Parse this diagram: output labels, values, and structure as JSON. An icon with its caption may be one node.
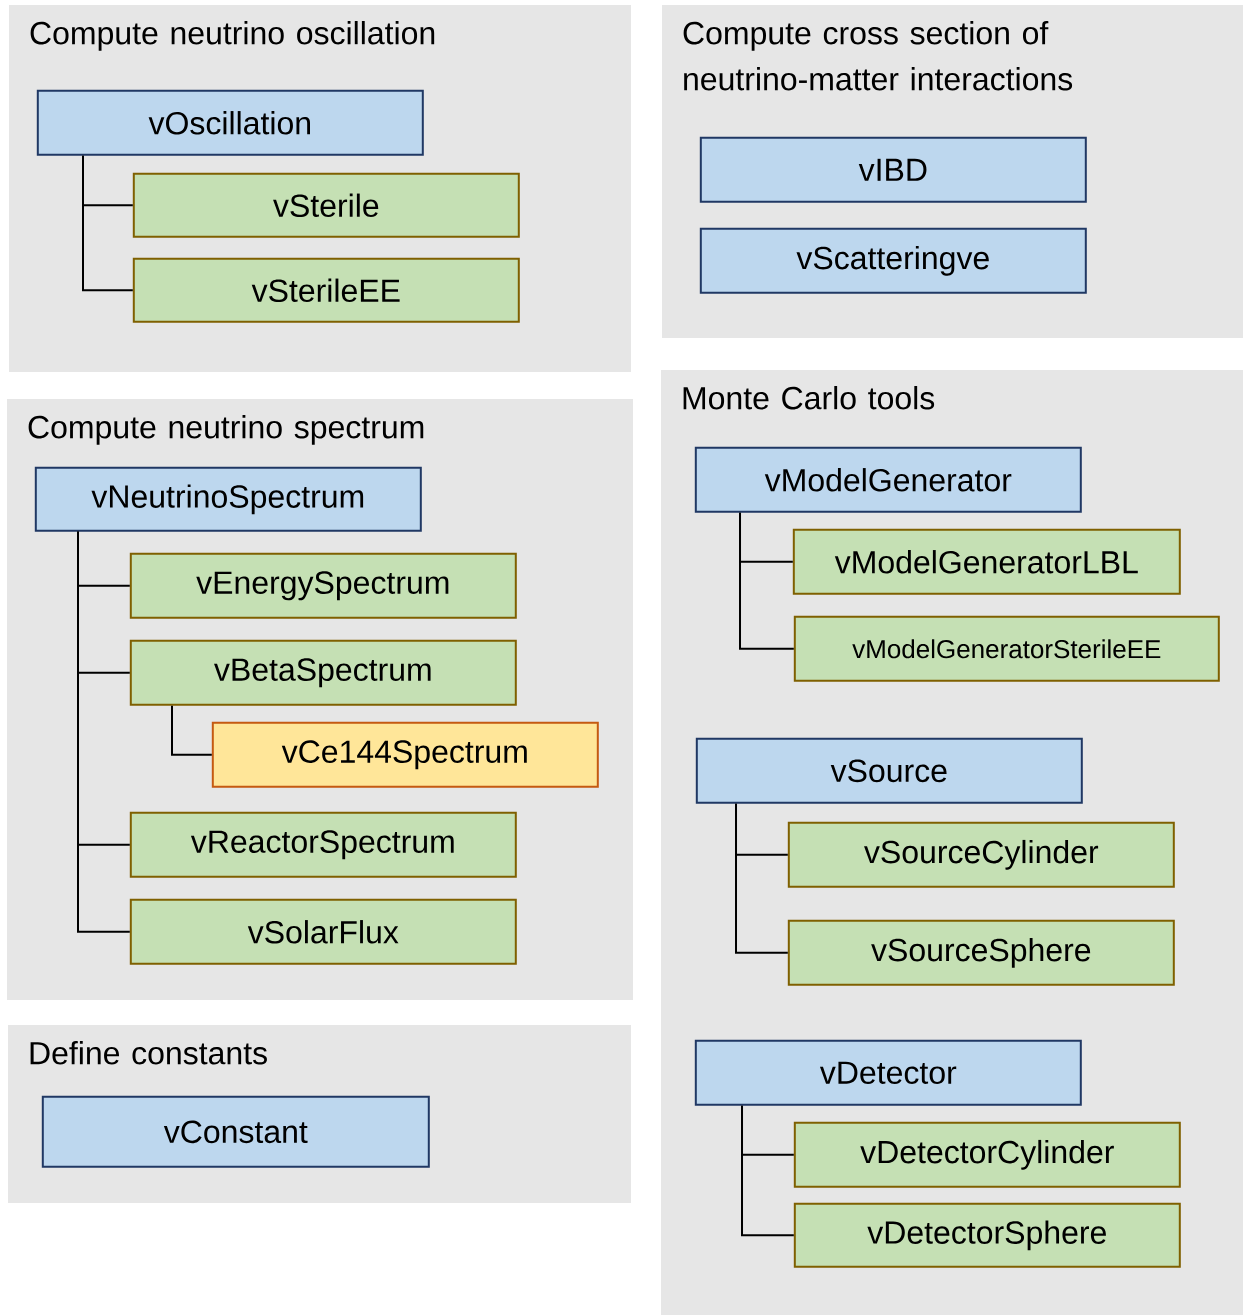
{
  "diagram": {
    "nodes": [
      {
        "text": [
          "Compute neutrino oscillation"
        ]
      },
      {
        "text": [
          "vOscillation"
        ],
        "in": 0
      },
      {
        "text": [
          "vSterile"
        ],
        "in": 0
      },
      {
        "text": [
          "vSterileEE"
        ],
        "in": 0
      },
      {
        "text": [
          "Compute cross section of neutrino-matter interactions"
        ]
      },
      {
        "text": [
          "vIBD"
        ],
        "in": 4
      },
      {
        "text": [
          "vScatteringve"
        ],
        "in": 4
      },
      {
        "text": [
          "Compute neutrino spectrum"
        ]
      },
      {
        "text": [
          "vNeutrinoSpectrum"
        ],
        "in": 7
      },
      {
        "text": [
          "vEnergySpectrum"
        ],
        "in": 7
      },
      {
        "text": [
          "vBetaSpectrum"
        ],
        "in": 7
      },
      {
        "text": [
          "vCe144Spectrum"
        ],
        "in": 7
      },
      {
        "text": [
          "vReactorSpectrum"
        ],
        "in": 7
      },
      {
        "text": [
          "vSolarFlux"
        ],
        "in": 7
      },
      {
        "text": [
          "Define constants"
        ]
      },
      {
        "text": [
          "vConstant"
        ],
        "in": 14
      },
      {
        "text": [
          "Monte Carlo tools"
        ]
      },
      {
        "text": [
          "vModelGenerator"
        ],
        "in": 16
      },
      {
        "text": [
          "vModelGeneratorLBL"
        ],
        "in": 16
      },
      {
        "text": [
          "vModelGeneratorSterileEE"
        ],
        "in": 16
      },
      {
        "text": [
          "vSource"
        ],
        "in": 16
      },
      {
        "text": [
          "vSourceCylinder"
        ],
        "in": 16
      },
      {
        "text": [
          "vSourceSphere"
        ],
        "in": 16
      },
      {
        "text": [
          "vDetector"
        ],
        "in": 16
      },
      {
        "text": [
          "vDetectorCylinder"
        ],
        "in": 16
      },
      {
        "text": [
          "vDetectorSphere"
        ],
        "in": 16
      }
    ],
    "edges": [
      {
        "from": 1,
        "to": 2,
        "arrow": "none"
      },
      {
        "from": 1,
        "to": 3,
        "arrow": "none"
      },
      {
        "from": 8,
        "to": 9,
        "arrow": "none"
      },
      {
        "from": 8,
        "to": 10,
        "arrow": "none"
      },
      {
        "from": 10,
        "to": 11,
        "arrow": "none"
      },
      {
        "from": 8,
        "to": 12,
        "arrow": "none"
      },
      {
        "from": 8,
        "to": 13,
        "arrow": "none"
      },
      {
        "from": 17,
        "to": 18,
        "arrow": "none"
      },
      {
        "from": 17,
        "to": 19,
        "arrow": "none"
      },
      {
        "from": 20,
        "to": 21,
        "arrow": "none"
      },
      {
        "from": 20,
        "to": 22,
        "arrow": "none"
      },
      {
        "from": 23,
        "to": 24,
        "arrow": "none"
      },
      {
        "from": 23,
        "to": 25,
        "arrow": "none"
      }
    ]
  }
}
